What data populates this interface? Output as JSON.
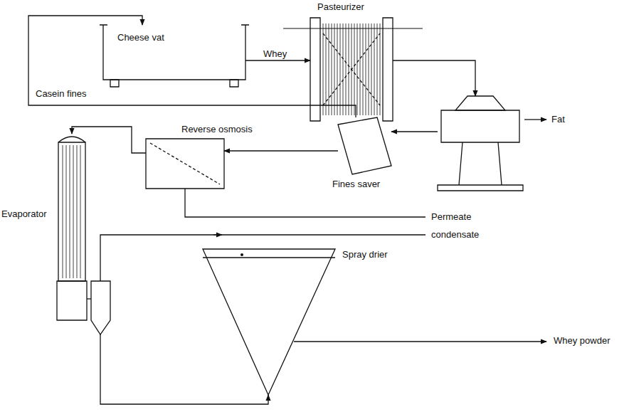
{
  "diagram": {
    "nodes": [
      {
        "text": [
          "Cheese vat"
        ]
      },
      {
        "text": [
          "Pasteurizer"
        ]
      },
      {
        "text": [
          "Fat"
        ]
      },
      {
        "text": [
          "Fines saver"
        ]
      },
      {
        "text": [
          "Reverse osmosis"
        ]
      },
      {
        "text": [
          "Evaporator"
        ]
      },
      {
        "text": [
          "Spray drier"
        ]
      }
    ],
    "edges": [
      {
        "from": 0,
        "to": 1,
        "label": "Whey",
        "arrow": "to"
      },
      {
        "from": 1,
        "to": 2,
        "arrow": "to"
      },
      {
        "from": 2,
        "to": 3,
        "arrow": "to"
      },
      {
        "from": 3,
        "to": 0,
        "label": "Casein fines",
        "arrow": "to"
      },
      {
        "from": 3,
        "to": 4,
        "arrow": "to"
      },
      {
        "from": 4,
        "to": 5,
        "arrow": "to"
      },
      {
        "from": 5,
        "to": 6,
        "arrow": "to"
      }
    ],
    "labels": [
      "Permeate",
      "condensate",
      "Whey powder"
    ]
  }
}
